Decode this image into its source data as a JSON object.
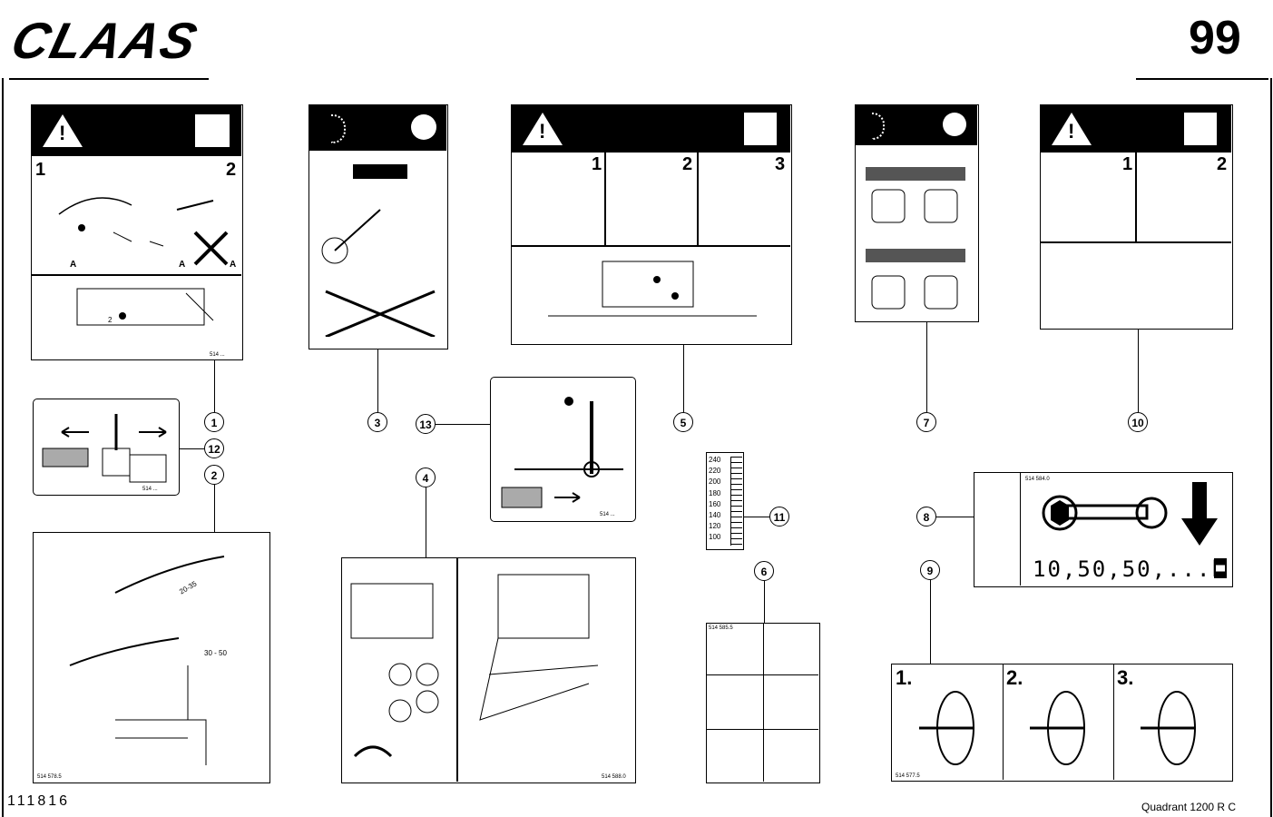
{
  "header": {
    "brand": "CLAAS",
    "page_number": "99"
  },
  "callouts": [
    "1",
    "12",
    "2",
    "3",
    "13",
    "4",
    "5",
    "6",
    "7",
    "8",
    "9",
    "10",
    "11"
  ],
  "panel1": {
    "step1": "1",
    "step2": "2",
    "labels": [
      "A",
      "A",
      "A"
    ],
    "marker": "2",
    "code": "514 ..."
  },
  "panel12": {
    "code": "514 ... "
  },
  "panel2": {
    "dim1": "20-35",
    "dim2": "30 - 50",
    "code": "514 578.5"
  },
  "panel3": {
    "code": ""
  },
  "panel13": {
    "code": "514 ... "
  },
  "panel4": {
    "code": "514 588.0"
  },
  "panel5": {
    "step1": "1",
    "step2": "2",
    "step3": "3",
    "code": ""
  },
  "panel6": {
    "code": "514 585.5"
  },
  "panel7": {},
  "panel10": {
    "step1": "1",
    "step2": "2"
  },
  "panel11": {
    "scale": [
      "240",
      "220",
      "200",
      "180",
      "160",
      "140",
      "120",
      "100"
    ],
    "code": ""
  },
  "panel8": {
    "code": "514 584.0",
    "interval": "10,50,50,...h"
  },
  "panel9": {
    "steps": [
      "1.",
      "2.",
      "3."
    ],
    "code": "514 577.5"
  },
  "footer": {
    "doc_id": "111816",
    "model": "Quadrant 1200 R C"
  }
}
